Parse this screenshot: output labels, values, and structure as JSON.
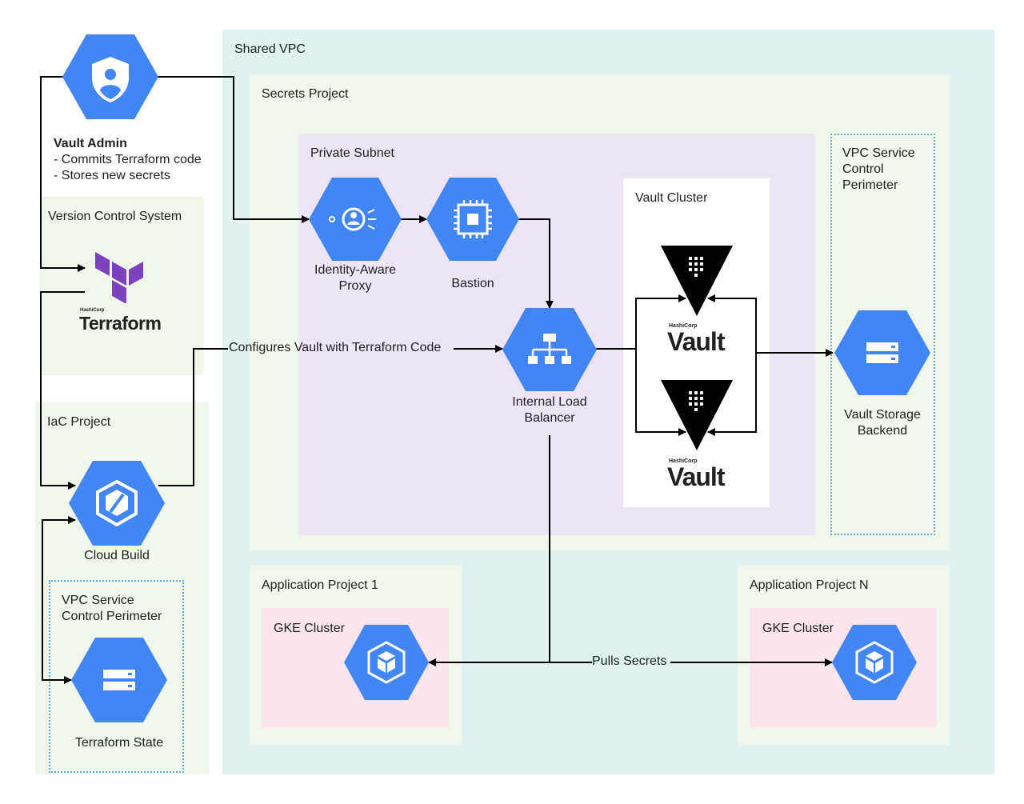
{
  "zones": {
    "shared_vpc": "Shared VPC",
    "secrets_project": "Secrets Project",
    "private_subnet": "Private Subnet",
    "vault_cluster": "Vault Cluster",
    "vpc_sc_secrets": "VPC Service\nControl\nPerimeter",
    "vcs": "Version Control System",
    "iac_project": "IaC Project",
    "vpc_sc_iac": "VPC Service\nControl Perimeter",
    "app_project_1": "Application Project 1",
    "app_project_n": "Application Project N",
    "gke_cluster_1": "GKE Cluster",
    "gke_cluster_n": "GKE Cluster"
  },
  "admin": {
    "title": "Vault Admin",
    "line1": "- Commits Terraform code",
    "line2": "- Stores new secrets"
  },
  "nodes": {
    "iap": "Identity-Aware\nProxy",
    "bastion": "Bastion",
    "ilb": "Internal Load\nBalancer",
    "storage": "Vault Storage\nBackend",
    "cloud_build": "Cloud Build",
    "tf_state": "Terraform State"
  },
  "edges": {
    "configures": "Configures Vault  with Terraform Code",
    "pulls": "Pulls Secrets"
  },
  "logos": {
    "hashicorp": "HashiCorp",
    "terraform": "Terraform",
    "vault": "Vault"
  },
  "colors": {
    "shared_vpc_bg": "#dff1f0",
    "project_bg": "#eff6ea",
    "subnet_bg": "#ede5f5",
    "gke_bg": "#fbe4ec",
    "gcp_blue": "#4285f4",
    "terraform_purple": "#7b42bc"
  }
}
